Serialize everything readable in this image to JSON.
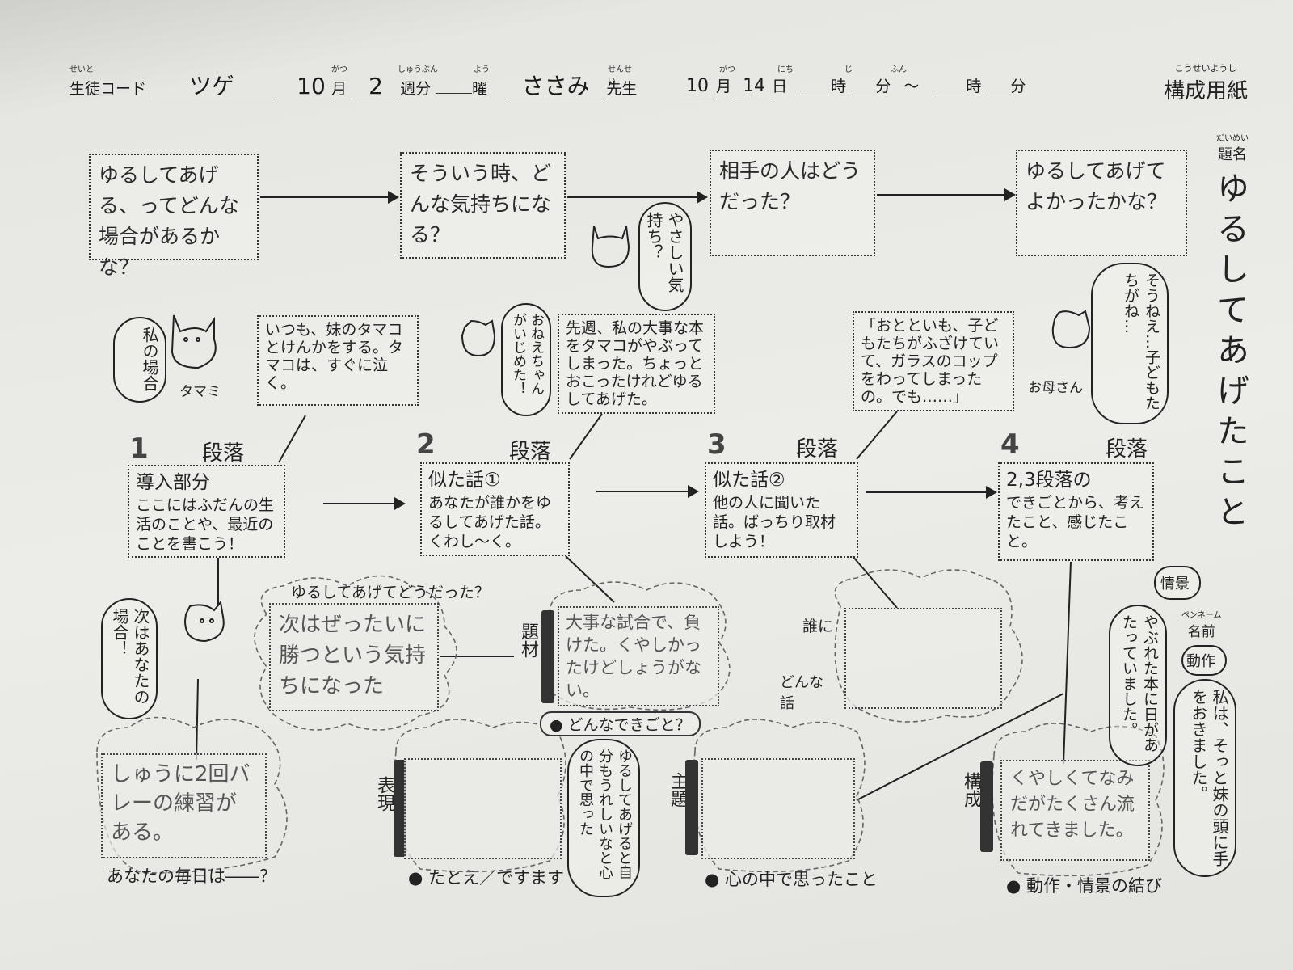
{
  "header": {
    "student_code_ruby": "せいと",
    "student_code_label": "生徒コード",
    "student_code_value": "ツゲ",
    "month_value": "10",
    "month_ruby": "がつ",
    "month_label": "月",
    "week_value": "2",
    "week_ruby": "しゅうぶん",
    "week_label": "週分",
    "day_ruby": "よう",
    "day_label": "曜",
    "teacher_value": "ささみ",
    "teacher_ruby": "せんせい",
    "teacher_label": "先生",
    "date_month": "10",
    "date_month_ruby": "がつ",
    "date_month_label": "月",
    "date_day": "14",
    "date_day_ruby": "にち",
    "date_day_label": "日",
    "hour_ruby": "じ",
    "hour_label": "時",
    "min_ruby": "ふん",
    "min_label": "分",
    "tilde": "～",
    "hour2_label": "時",
    "min2_label": "分",
    "sheet_title_ruby": "こうせいようし",
    "sheet_title": "構成用紙"
  },
  "title": {
    "ruby": "だいめい",
    "label": "題名",
    "value": "ゆるしてあげたこと"
  },
  "questions": [
    "ゆるしてあげる、ってどんな場合があるかな？",
    "そういう時、どんな気持ちになる？",
    "相手の人はどうだった？",
    "ゆるしてあげてよかったかな？"
  ],
  "bubbles": {
    "kind_feeling": "やさしい気持ち？",
    "my_case": "私の場合",
    "tamami": "タマミ",
    "sister": "おねえちゃんがいじめた！",
    "mother_says": "そうねえ…子どもたちがね…",
    "mother": "お母さん",
    "your_case": "次はあなたの場合！",
    "heart": "ゆるしてあげると自分もうれしいなと心の中で思った",
    "scene_tag": "情景",
    "scene": "やぶれた本に日があたっていました。",
    "action_tag": "動作",
    "action": "私は、そっと妹の頭に手をおきました。"
  },
  "examples": {
    "p1": "いつも、妹のタマコとけんかをする。タマコは、すぐに泣く。",
    "p2": "先週、私の大事な本をタマコがやぶってしまった。ちょっとおこったけれどゆるしてあげた。",
    "p3": "「おとといも、子どもたちがふざけていて、ガラスのコップをわってしまったの。でも……」"
  },
  "paragraphs": [
    {
      "num": "1",
      "label": "段落",
      "title": "導入部分",
      "body": "ここにはふだんの生活のことや、最近のことを書こう！"
    },
    {
      "num": "2",
      "label": "段落",
      "title": "似た話①",
      "body": "あなたが誰かをゆるしてあげた話。くわし～く。"
    },
    {
      "num": "3",
      "label": "段落",
      "title": "似た話②",
      "body": "他の人に聞いた話。ばっちり取材しよう！"
    },
    {
      "num": "4",
      "label": "段落",
      "title": "2,3段落の",
      "body": "できごとから、考えたこと、感じたこと。"
    }
  ],
  "lower": {
    "how_was_it": "ゆるしてあげてどうだった？",
    "feeling_answer": "次はぜったいに勝つという気持ちになった",
    "material_tag": "題材",
    "material_answer": "大事な試合で、負けた。くやしかったけどしょうがない。",
    "what_event": "どんなできごと？",
    "to_whom": "誰に",
    "what_story": "どんな話",
    "daily_answer": "しゅうに2回バレーの練習がある。",
    "your_daily": "あなたの毎日は――？",
    "expression_tag": "表現",
    "expression_hint": "たとえ／ですます",
    "theme_tag": "主題",
    "theme_hint": "心の中で思ったこと",
    "structure_tag": "構成",
    "structure_answer": "くやしくてなみだがたくさん流れてきました。",
    "structure_hint": "動作・情景の結び",
    "penname_ruby": "ペンネーム",
    "name_label": "名前"
  }
}
